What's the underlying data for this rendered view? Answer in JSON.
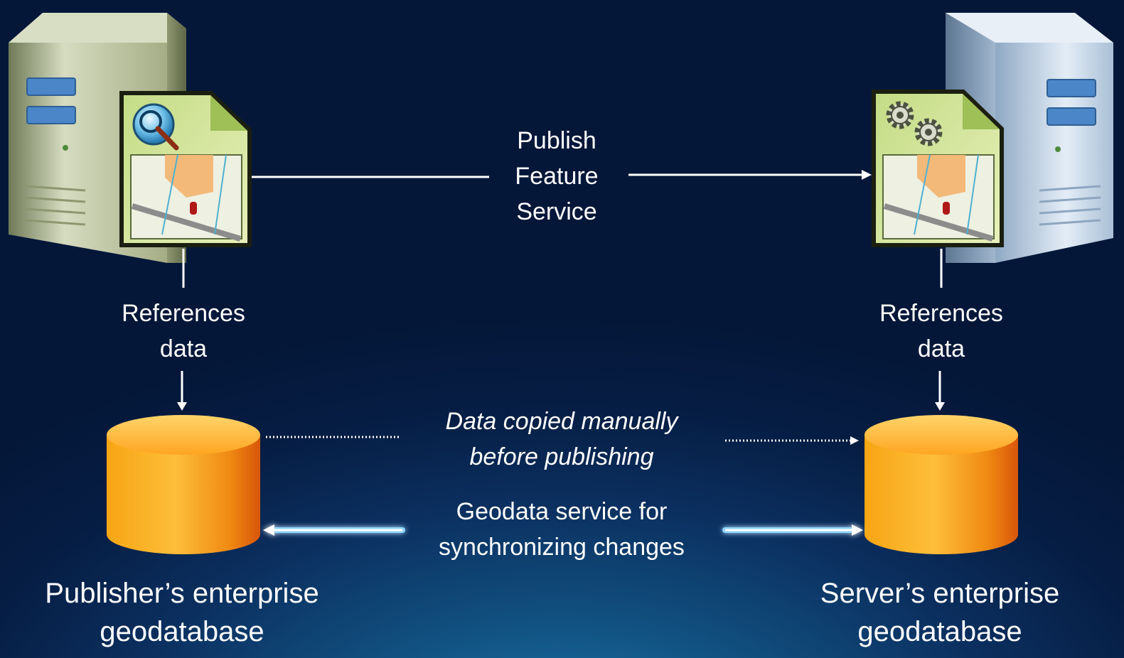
{
  "publish": {
    "line1": "Publish",
    "line2": "Feature",
    "line3": "Service"
  },
  "references_left": {
    "line1": "References",
    "line2": "data"
  },
  "references_right": {
    "line1": "References",
    "line2": "data"
  },
  "data_copied": {
    "line1": "Data copied manually",
    "line2": "before publishing"
  },
  "geodata_service": {
    "line1": "Geodata service for",
    "line2": "synchronizing changes"
  },
  "publisher_db": {
    "line1": "Publisher’s enterprise",
    "line2": "geodatabase"
  },
  "server_db": {
    "line1": "Server’s enterprise",
    "line2": "geodatabase"
  },
  "icons": {
    "publisher_server": "server-tower-icon",
    "server_server": "server-tower-icon",
    "map_document": "map-document-icon",
    "service_definition": "service-definition-icon",
    "database": "database-cylinder-icon"
  },
  "colors": {
    "server_left": "#b9c29c",
    "server_right": "#9db7cf",
    "database": "#f39a12",
    "glow_arrow": "#8fd3ff"
  }
}
